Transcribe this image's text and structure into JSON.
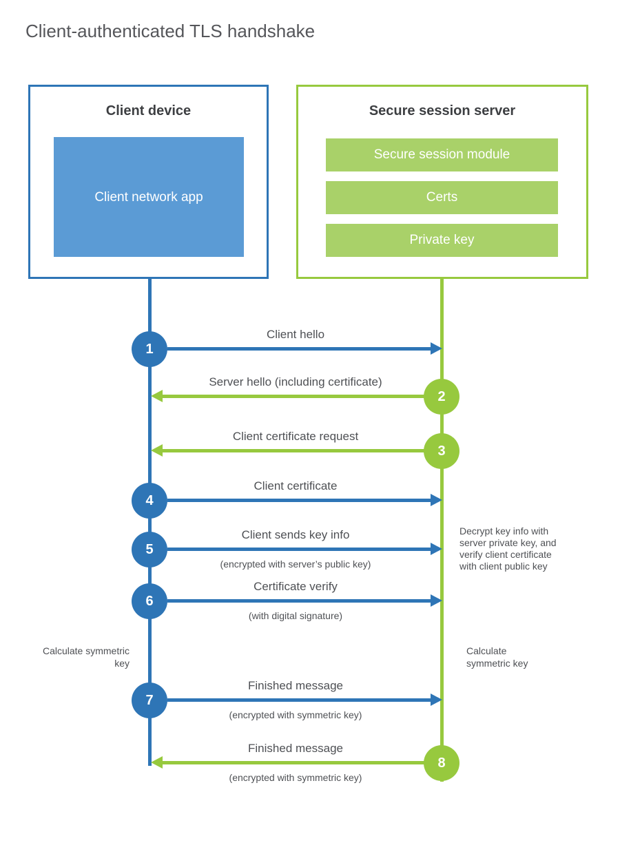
{
  "title": "Client-authenticated TLS handshake",
  "colors": {
    "blue": "#2e75b6",
    "blue_light": "#5b9bd5",
    "green": "#97c93e",
    "green_light": "#a9d169",
    "text": "#4e5054",
    "heading": "#55565a",
    "box_title": "#3d3f42"
  },
  "client_box": {
    "title": "Client device",
    "module": "Client network app"
  },
  "server_box": {
    "title": "Secure session server",
    "modules": [
      "Secure session module",
      "Certs",
      "Private key"
    ]
  },
  "steps": [
    {
      "number": "1",
      "from": "client",
      "to": "server",
      "color": "blue",
      "label": "Client hello",
      "sublabel": ""
    },
    {
      "number": "2",
      "from": "server",
      "to": "client",
      "color": "green",
      "label": "Server hello (including certificate)",
      "sublabel": ""
    },
    {
      "number": "3",
      "from": "server",
      "to": "client",
      "color": "green",
      "label": "Client certificate request",
      "sublabel": ""
    },
    {
      "number": "4",
      "from": "client",
      "to": "server",
      "color": "blue",
      "label": "Client certificate",
      "sublabel": ""
    },
    {
      "number": "5",
      "from": "client",
      "to": "server",
      "color": "blue",
      "label": "Client sends key info",
      "sublabel": "(encrypted with server’s public key)"
    },
    {
      "number": "6",
      "from": "client",
      "to": "server",
      "color": "blue",
      "label": "Certificate verify",
      "sublabel": "(with digital signature)"
    },
    {
      "number": "7",
      "from": "client",
      "to": "server",
      "color": "blue",
      "label": "Finished message",
      "sublabel": "(encrypted with symmetric key)"
    },
    {
      "number": "8",
      "from": "server",
      "to": "client",
      "color": "green",
      "label": "Finished message",
      "sublabel": "(encrypted with symmetric key)"
    }
  ],
  "annotations": {
    "decrypt_note": "Decrypt key info with server private key, and verify client certificate with client public key",
    "calculate_left": "Calculate symmetric key",
    "calculate_right": "Calculate symmetric key"
  }
}
